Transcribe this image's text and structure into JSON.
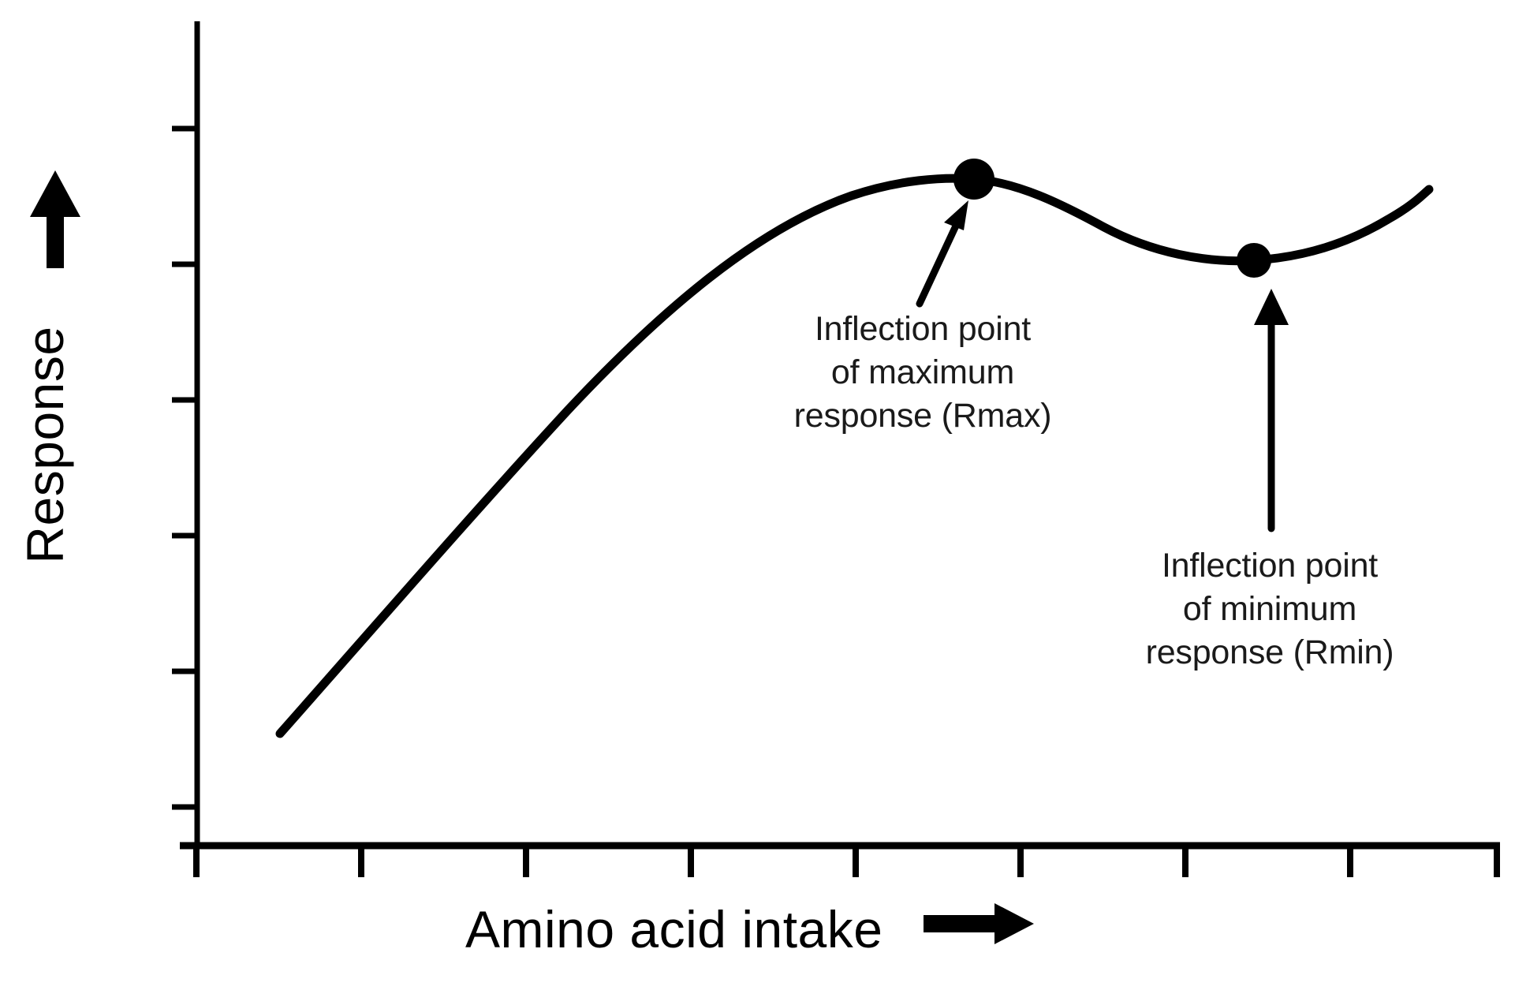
{
  "figure": {
    "background_color": "#ffffff",
    "line_color": "#000000",
    "text_color": "#1a1a1a"
  },
  "axes": {
    "y_label": "Response",
    "y_arrow_icon": "up-arrow-icon",
    "x_label": "Amino acid intake",
    "x_arrow_icon": "right-arrow-icon"
  },
  "annotations": [
    {
      "name": "rmax",
      "line1": "Inflection point",
      "line2": "of maximum",
      "line3": "response (Rmax)"
    },
    {
      "name": "rmin",
      "line1": "Inflection point",
      "line2": "of minimum",
      "line3": "response (Rmin)"
    }
  ],
  "chart_data": {
    "type": "line",
    "title": "",
    "xlabel": "Amino acid intake",
    "ylabel": "Response",
    "xlim": [
      0,
      10
    ],
    "ylim": [
      0,
      10
    ],
    "grid": false,
    "legend": false,
    "axis_tick_labels_shown": false,
    "x_ticks": [
      0,
      1.25,
      2.5,
      3.75,
      5,
      6.25,
      7.5,
      8.75,
      10
    ],
    "y_ticks": [
      1.5,
      3,
      4.5,
      6,
      7.5,
      9
    ],
    "series": [
      {
        "name": "response curve",
        "x": [
          0.9,
          1.4,
          1.9,
          2.4,
          2.9,
          3.4,
          3.9,
          4.4,
          4.9,
          5.4,
          5.9,
          6.25,
          6.6,
          7.0,
          7.4,
          7.8,
          8.2,
          8.6,
          8.95,
          9.3,
          9.7,
          10.0
        ],
        "y": [
          1.25,
          2.05,
          2.85,
          3.63,
          4.38,
          5.08,
          5.72,
          6.28,
          6.76,
          7.15,
          7.42,
          7.52,
          7.48,
          7.3,
          7.05,
          6.8,
          6.6,
          6.48,
          6.46,
          6.6,
          6.95,
          7.35
        ]
      }
    ],
    "markers": [
      {
        "label": "Rmax",
        "description": "Inflection point of maximum response",
        "x": 6.25,
        "y": 7.52,
        "style": "filled-circle"
      },
      {
        "label": "Rmin",
        "description": "Inflection point of minimum response",
        "x": 8.95,
        "y": 6.46,
        "style": "filled-circle"
      }
    ],
    "annotation_arrows": [
      {
        "label": "Rmax",
        "from_x": 5.7,
        "from_y": 5.55,
        "to_x": 6.12,
        "to_y": 6.7
      },
      {
        "label": "Rmin",
        "from_x": 8.95,
        "from_y": 2.85,
        "to_x": 8.95,
        "to_y": 6.0
      }
    ]
  }
}
